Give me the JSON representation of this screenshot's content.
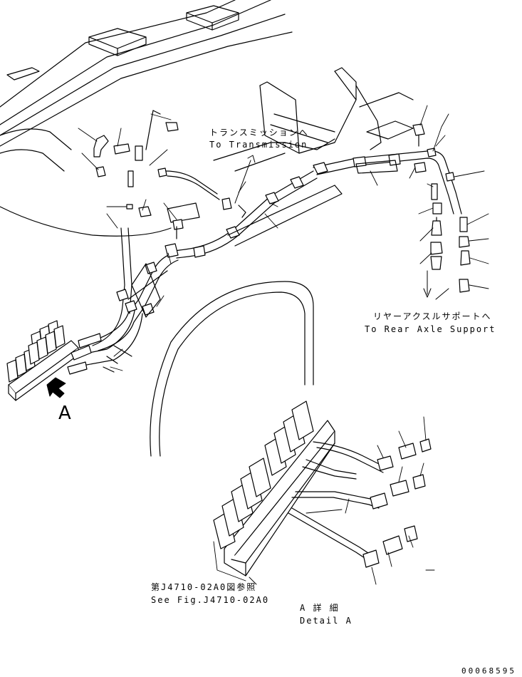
{
  "labels": {
    "to_transmission_jp": "トランスミッションへ",
    "to_transmission_en": "To Transmission",
    "to_rear_axle_jp": "リヤーアクスルサポートへ",
    "to_rear_axle_en": "To Rear Axle Support",
    "view_arrow": "A",
    "see_fig_jp": "第J4710-02A0図参照",
    "see_fig_en": "See Fig.J4710-02A0",
    "detail_jp": "A 詳 細",
    "detail_en": "Detail A",
    "drawing_number": "00068595"
  }
}
